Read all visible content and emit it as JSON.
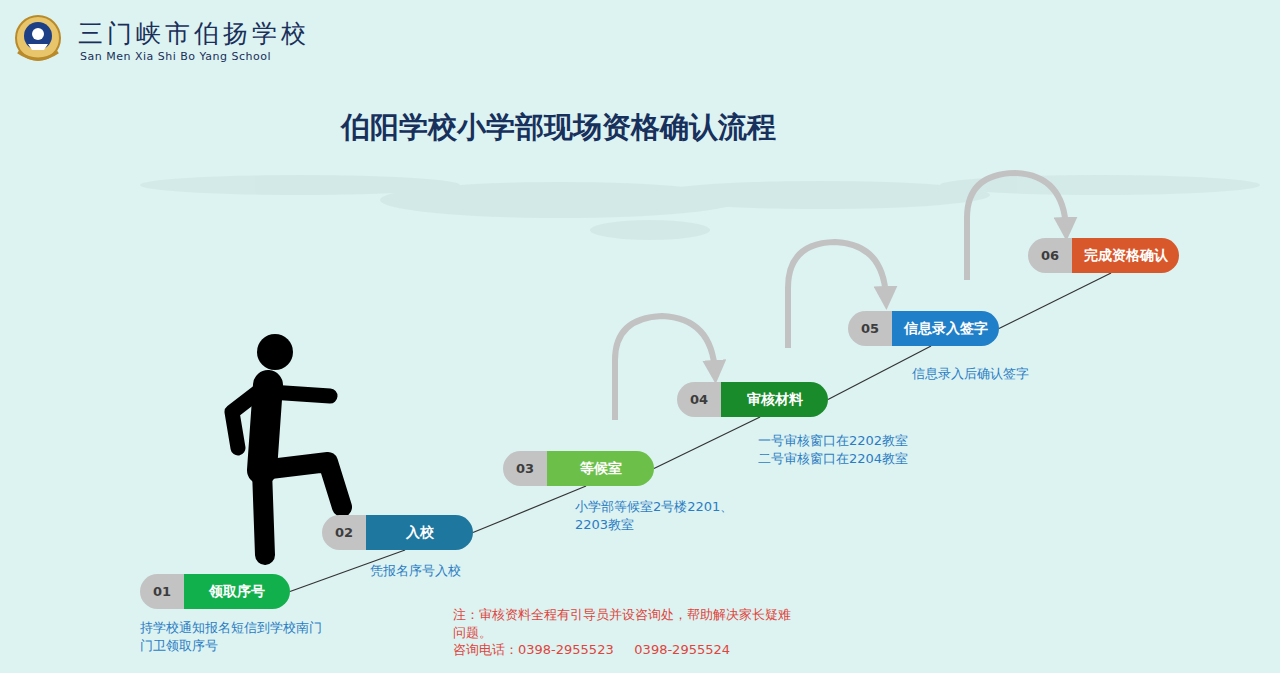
{
  "diagram": {
    "title": "伯阳学校小学部现场资格确认流程",
    "nodes": [
      {
        "text": [
          "01",
          "领取序号"
        ]
      },
      {
        "text": [
          "02",
          "入校"
        ]
      },
      {
        "text": [
          "03",
          "等候室"
        ]
      },
      {
        "text": [
          "04",
          "审核材料"
        ]
      },
      {
        "text": [
          "05",
          "信息录入签字"
        ]
      },
      {
        "text": [
          "06",
          "完成资格确认"
        ]
      }
    ],
    "edges": [
      {
        "from": 0,
        "to": 1,
        "arrow": "none"
      },
      {
        "from": 1,
        "to": 2,
        "arrow": "none"
      },
      {
        "from": 2,
        "to": 3,
        "arrow": "none"
      },
      {
        "from": 3,
        "to": 4,
        "arrow": "none"
      },
      {
        "from": 4,
        "to": 5,
        "arrow": "none"
      }
    ],
    "labels": [
      "三门峡市伯扬学校",
      "San Men Xia Shi Bo Yang School",
      "持学校通知报名短信到学校南门门卫领取序号",
      "凭报名序号入校",
      "小学部等候室2号楼2201、2203教室",
      "一号审核窗口在2202教室",
      "二号审核窗口在2204教室",
      "信息录入后确认签字",
      "注：审核资料全程有引导员并设咨询处，帮助解决家长疑难问题。",
      "咨询电话：0398-2955523     0398-2955524"
    ]
  }
}
